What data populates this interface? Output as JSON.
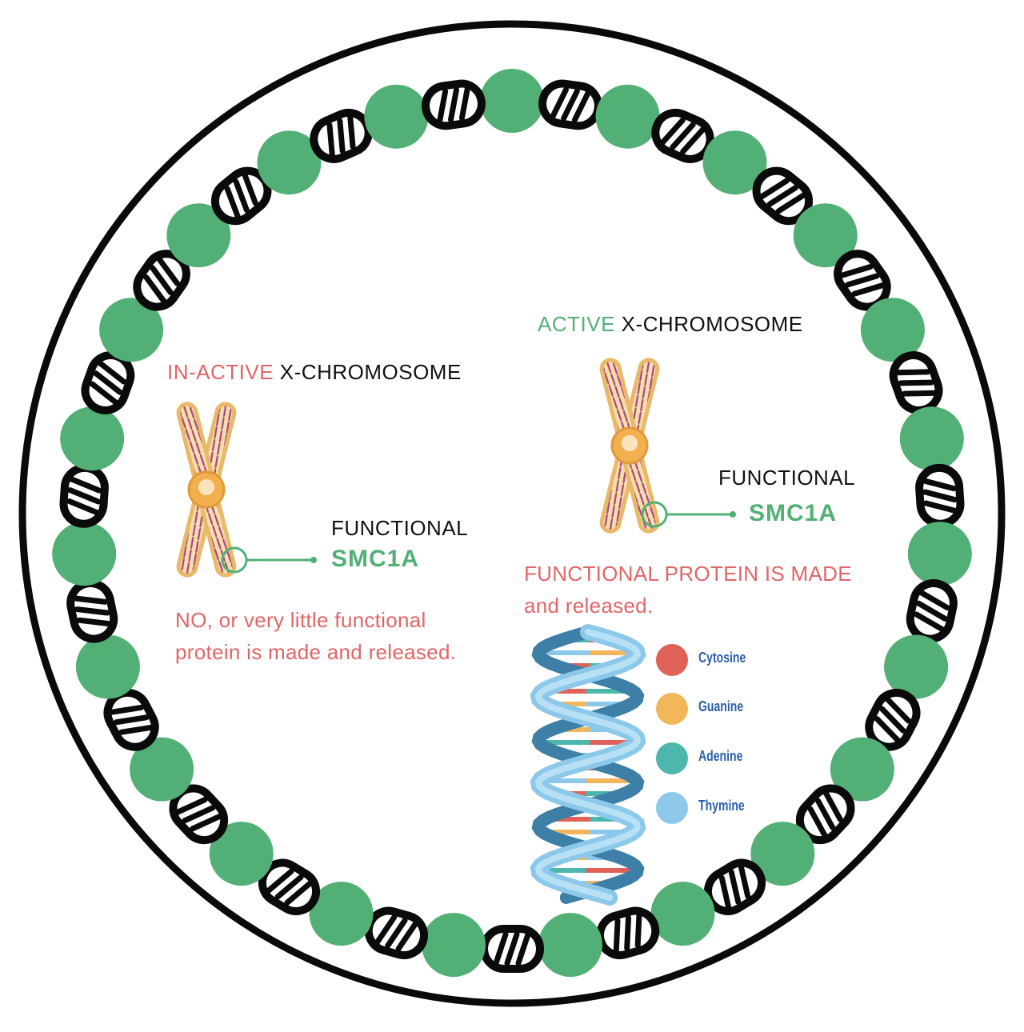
{
  "colors": {
    "green": "#52b076",
    "red": "#e06666",
    "black": "#0a0a0a",
    "legend_text": "#2b5ea8"
  },
  "left_panel": {
    "title_status": "IN-ACTIVE",
    "title_rest": " X-CHROMOSOME",
    "functional_label": "FUNCTIONAL",
    "gene_label": "SMC1A",
    "note_line1": "NO, or very little functional",
    "note_line2": "protein is made and released."
  },
  "right_panel": {
    "title_status": "ACTIVE",
    "title_rest": " X-CHROMOSOME",
    "functional_label": "FUNCTIONAL",
    "gene_label": "SMC1A",
    "note_line1": "FUNCTIONAL PROTEIN IS MADE",
    "note_line2": "and released."
  },
  "legend": [
    {
      "label": "Cytosine",
      "color": "#e06157"
    },
    {
      "label": "Guanine",
      "color": "#f2b75b"
    },
    {
      "label": "Adenine",
      "color": "#4cb8ad"
    },
    {
      "label": "Thymine",
      "color": "#8cc8ea"
    }
  ],
  "ring": {
    "bead_color": "#52b076",
    "dna_icon": "dna-double-helix-icon"
  }
}
